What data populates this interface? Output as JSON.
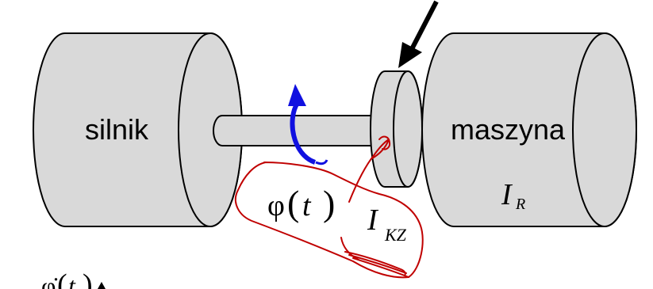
{
  "labels": {
    "motor": "silnik",
    "machine": "maszyna",
    "angle_symbol": "φ",
    "angle_arg": "t",
    "inertia_machine_symbol": "I",
    "inertia_machine_sub": "R",
    "inertia_coupling_symbol": "I",
    "inertia_coupling_sub": "KZ",
    "velocity_symbol": "φ̇",
    "velocity_arg": "t"
  },
  "colors": {
    "body_fill": "#d9d9d9",
    "outline": "#000000",
    "rotation_arrow": "#1010e0",
    "annotation_pen": "#c00000",
    "pointer_arrow": "#000000"
  },
  "icons": {
    "rotation": "curved-arrow-icon",
    "pointer": "diagonal-arrow-icon",
    "axis": "up-arrow-icon"
  }
}
